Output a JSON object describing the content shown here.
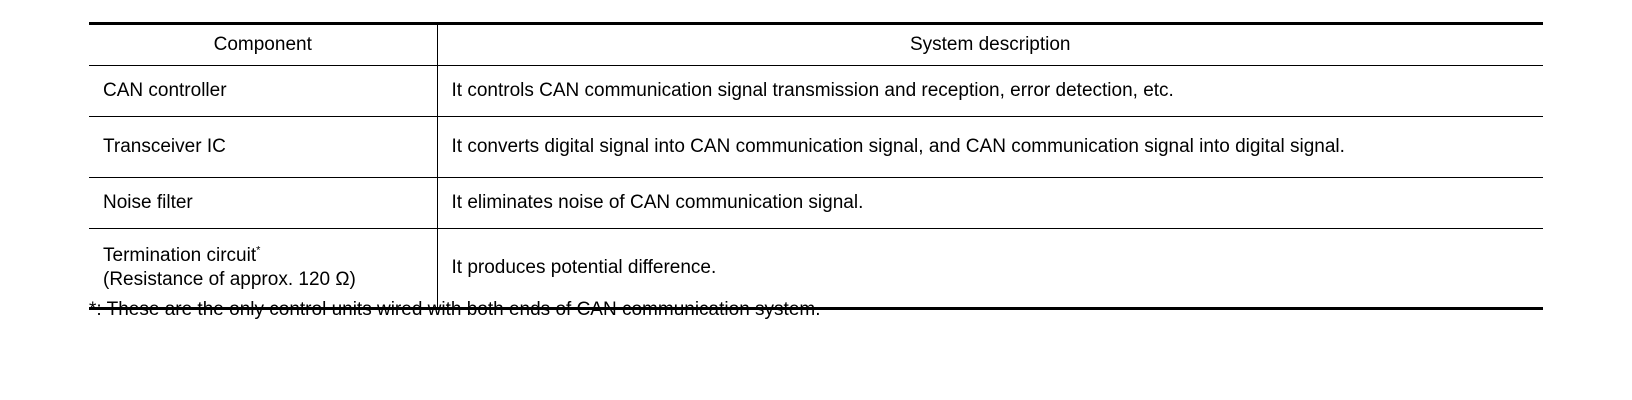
{
  "table": {
    "headers": [
      "Component",
      "System description"
    ],
    "rows": [
      {
        "component": "CAN controller",
        "description": "It controls CAN communication signal transmission and reception, error detection, etc."
      },
      {
        "component": "Transceiver IC",
        "description": "It converts digital signal into CAN communication signal, and CAN communication signal into digital signal."
      },
      {
        "component": "Noise filter",
        "description": "It eliminates noise of CAN communication signal."
      },
      {
        "component": "Termination circuit",
        "component_marker": "*",
        "component_note": "(Resistance of approx. 120 Ω)",
        "description": "It produces potential difference."
      }
    ]
  },
  "footnote": "*: These are the only control units wired with both ends of CAN communication system."
}
